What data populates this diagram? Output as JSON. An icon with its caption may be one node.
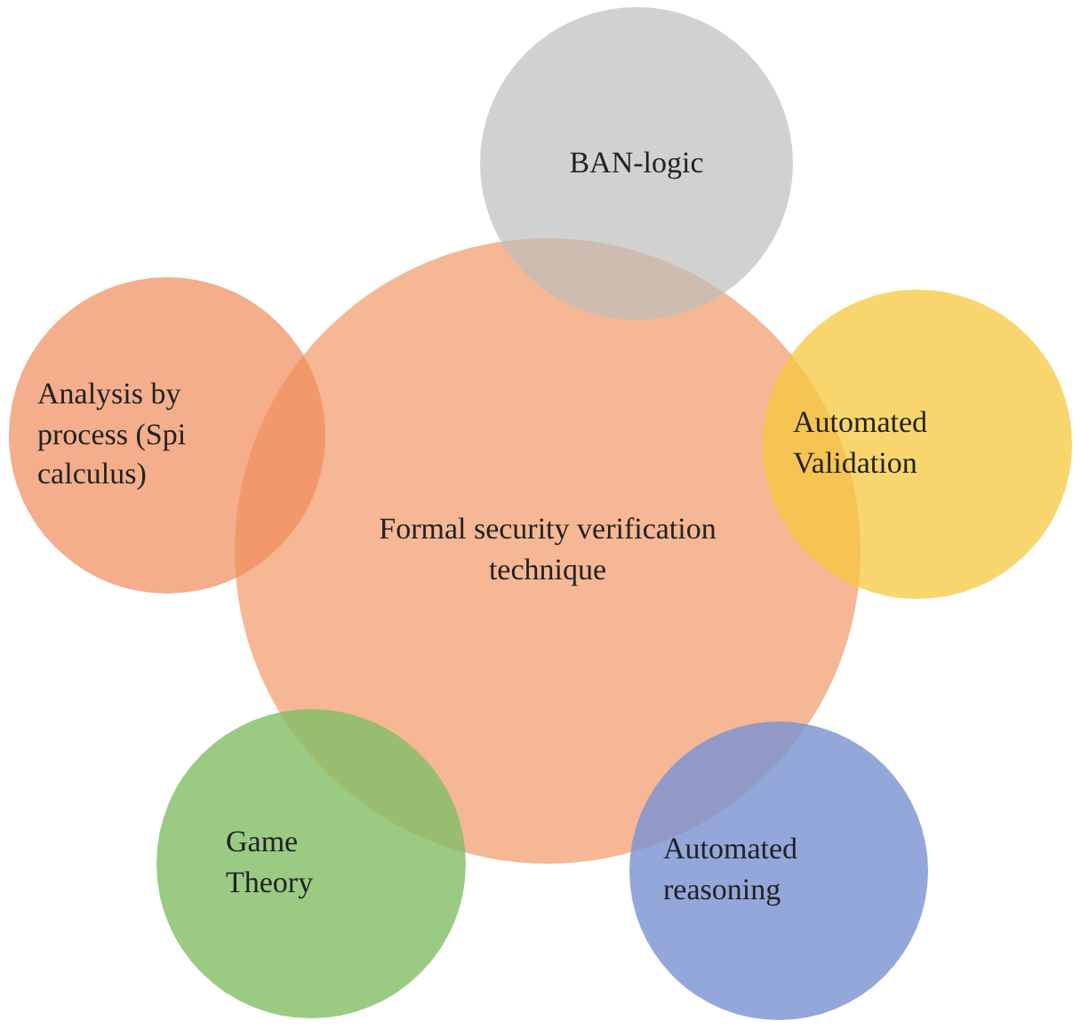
{
  "diagram": {
    "nodes": [
      {
        "text": [
          "Formal security verification technique"
        ]
      },
      {
        "text": [
          "BAN-logic"
        ]
      },
      {
        "text": [
          "Analysis by process (Spi calculus)"
        ]
      },
      {
        "text": [
          "Automated Validation"
        ]
      },
      {
        "text": [
          "Game Theory"
        ]
      },
      {
        "text": [
          "Automated reasoning"
        ]
      }
    ],
    "edges": []
  }
}
